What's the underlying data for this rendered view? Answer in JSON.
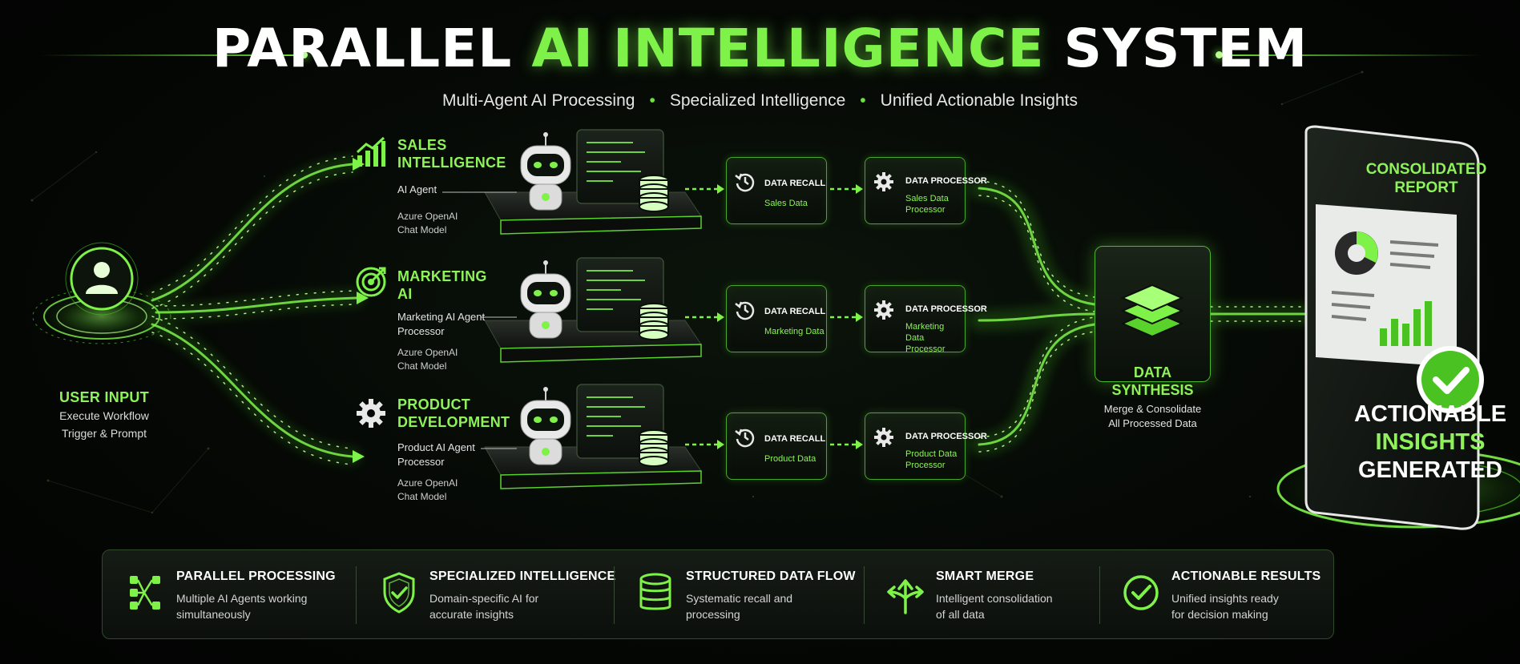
{
  "header": {
    "title_part1": "PARALLEL ",
    "title_part2": "AI INTELLIGENCE",
    "title_part3": " SYSTEM",
    "subtitle_items": [
      "Multi-Agent AI Processing",
      "Specialized Intelligence",
      "Unified Actionable Insights"
    ]
  },
  "user_input": {
    "title": "USER INPUT",
    "line1": "Execute Workflow",
    "line2": "Trigger & Prompt"
  },
  "agents": [
    {
      "title_line1": "SALES",
      "title_line2": "INTELLIGENCE",
      "role_line1": "AI Agent",
      "role_line2": "",
      "model_line1": "Azure OpenAI",
      "model_line2": "Chat Model",
      "icon": "bar-chart-growth-icon",
      "recall_title": "DATA RECALL",
      "recall_value": "Sales Data",
      "processor_title": "DATA PROCESSOR",
      "processor_line1": "Sales Data",
      "processor_line2": "Processor"
    },
    {
      "title_line1": "MARKETING",
      "title_line2": "AI",
      "role_line1": "Marketing AI Agent",
      "role_line2": "Processor",
      "model_line1": "Azure OpenAI",
      "model_line2": "Chat Model",
      "icon": "target-icon",
      "recall_title": "DATA RECALL",
      "recall_value": "Marketing Data",
      "processor_title": "DATA PROCESSOR",
      "processor_line1": "Marketing Data",
      "processor_line2": "Processor"
    },
    {
      "title_line1": "PRODUCT",
      "title_line2": "DEVELOPMENT",
      "role_line1": "Product AI Agent",
      "role_line2": "Processor",
      "model_line1": "Azure OpenAI",
      "model_line2": "Chat Model",
      "icon": "gear-icon",
      "recall_title": "DATA RECALL",
      "recall_value": "Product Data",
      "processor_title": "DATA PROCESSOR",
      "processor_line1": "Product Data",
      "processor_line2": "Processor"
    }
  ],
  "synthesis": {
    "title_line1": "DATA",
    "title_line2": "SYNTHESIS",
    "line1": "Merge & Consolidate",
    "line2": "All Processed Data"
  },
  "report": {
    "title_line1": "CONSOLIDATED",
    "title_line2": "REPORT",
    "insights_line1": "ACTIONABLE",
    "insights_line2": "INSIGHTS",
    "insights_line3": "GENERATED"
  },
  "features": [
    {
      "title": "PARALLEL PROCESSING",
      "line1": "Multiple AI Agents working",
      "line2": "simultaneously",
      "icon": "network-nodes-icon"
    },
    {
      "title": "SPECIALIZED INTELLIGENCE",
      "line1": "Domain-specific AI for",
      "line2": "accurate insights",
      "icon": "shield-check-icon"
    },
    {
      "title": "STRUCTURED DATA FLOW",
      "line1": "Systematic recall and",
      "line2": "processing",
      "icon": "database-icon"
    },
    {
      "title": "SMART MERGE",
      "line1": "Intelligent consolidation",
      "line2": "of all data",
      "icon": "merge-arrows-icon"
    },
    {
      "title": "ACTIONABLE RESULTS",
      "line1": "Unified insights ready",
      "line2": "for decision making",
      "icon": "check-circle-icon"
    }
  ],
  "colors": {
    "accent": "#7ff24a",
    "accent_dark": "#46a82a",
    "background": "#050805",
    "text": "#ffffff"
  }
}
